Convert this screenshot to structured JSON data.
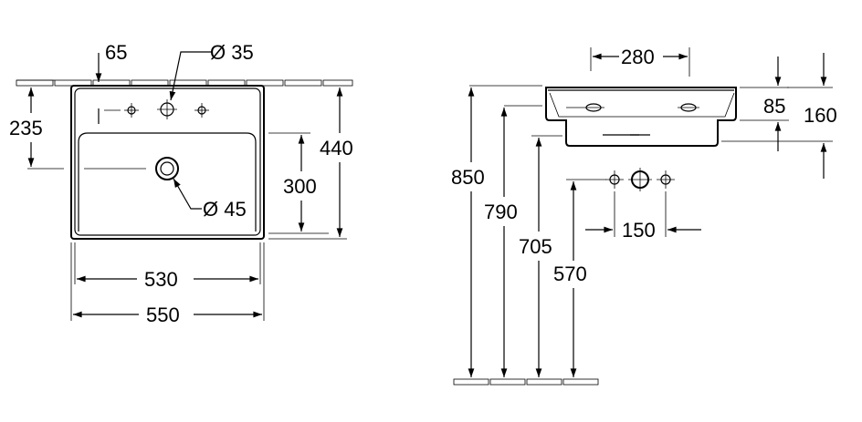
{
  "plan_view": {
    "dim_65": "65",
    "dim_dia_35": "Ø 35",
    "dim_235": "235",
    "dim_440": "440",
    "dim_300": "300",
    "dim_dia_45": "Ø 45",
    "dim_530": "530",
    "dim_550": "550"
  },
  "side_view": {
    "dim_280": "280",
    "dim_85": "85",
    "dim_160": "160",
    "dim_850": "850",
    "dim_790": "790",
    "dim_705": "705",
    "dim_570": "570",
    "dim_150": "150"
  }
}
